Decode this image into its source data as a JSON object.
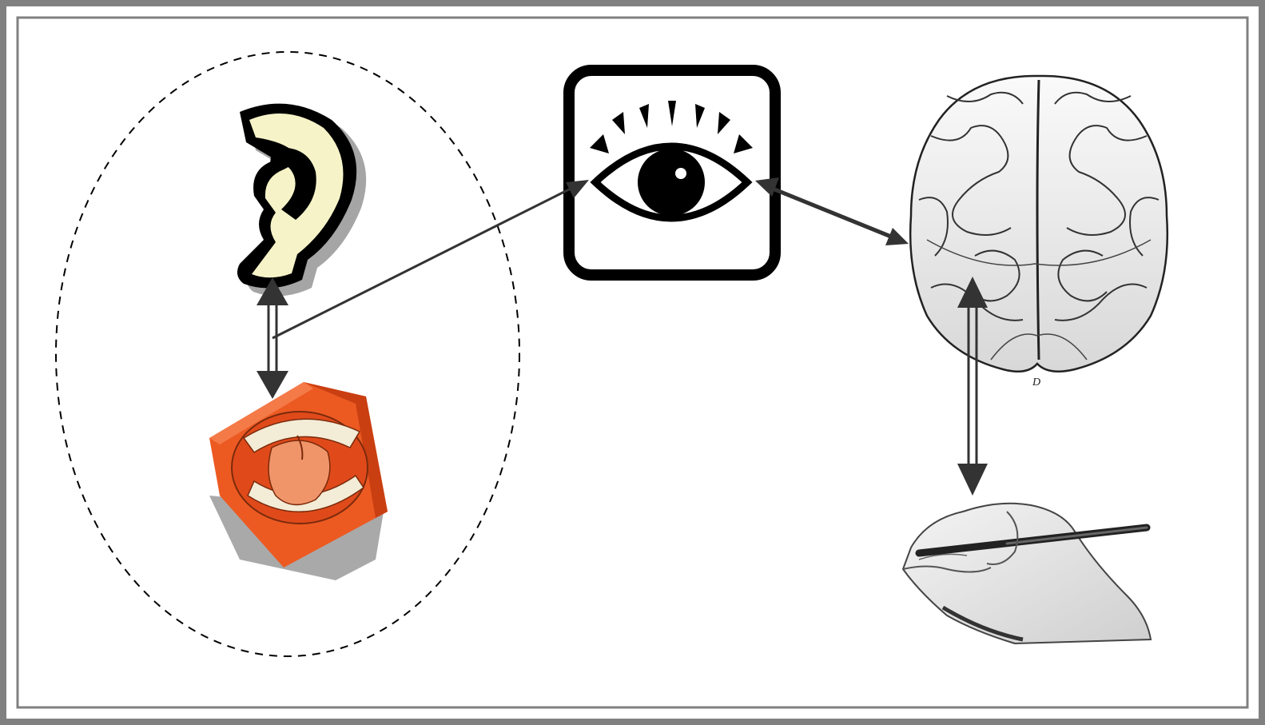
{
  "diagram": {
    "nodes": [
      {
        "id": "ear",
        "icon": "ear-icon"
      },
      {
        "id": "mouth",
        "icon": "mouth-icon"
      },
      {
        "id": "eye",
        "icon": "eye-icon"
      },
      {
        "id": "brain",
        "icon": "brain-icon"
      },
      {
        "id": "hand",
        "icon": "writing-hand-icon"
      }
    ],
    "groups": [
      {
        "id": "hearing-speech-group",
        "members": [
          "ear",
          "mouth"
        ],
        "style": "dashed-ellipse"
      }
    ],
    "edges": [
      {
        "from": "ear",
        "to": "mouth",
        "direction": "both",
        "style": "double-line"
      },
      {
        "from": "ear-mouth-link",
        "to": "eye",
        "direction": "to"
      },
      {
        "from": "eye",
        "to": "brain",
        "direction": "both"
      },
      {
        "from": "brain",
        "to": "hand",
        "direction": "both",
        "style": "double-line"
      }
    ],
    "brain_caption": "D"
  },
  "colors": {
    "frame": "#808080",
    "arrow": "#333333",
    "ear_fill": "#f6f3c8",
    "ear_shadow": "#aaaaaa",
    "mouth_fill": "#ec5a22",
    "mouth_dark": "#c93f12",
    "mouth_shadow": "#9a9a9a",
    "tongue": "#f0956a",
    "teeth": "#f3ecd6"
  }
}
